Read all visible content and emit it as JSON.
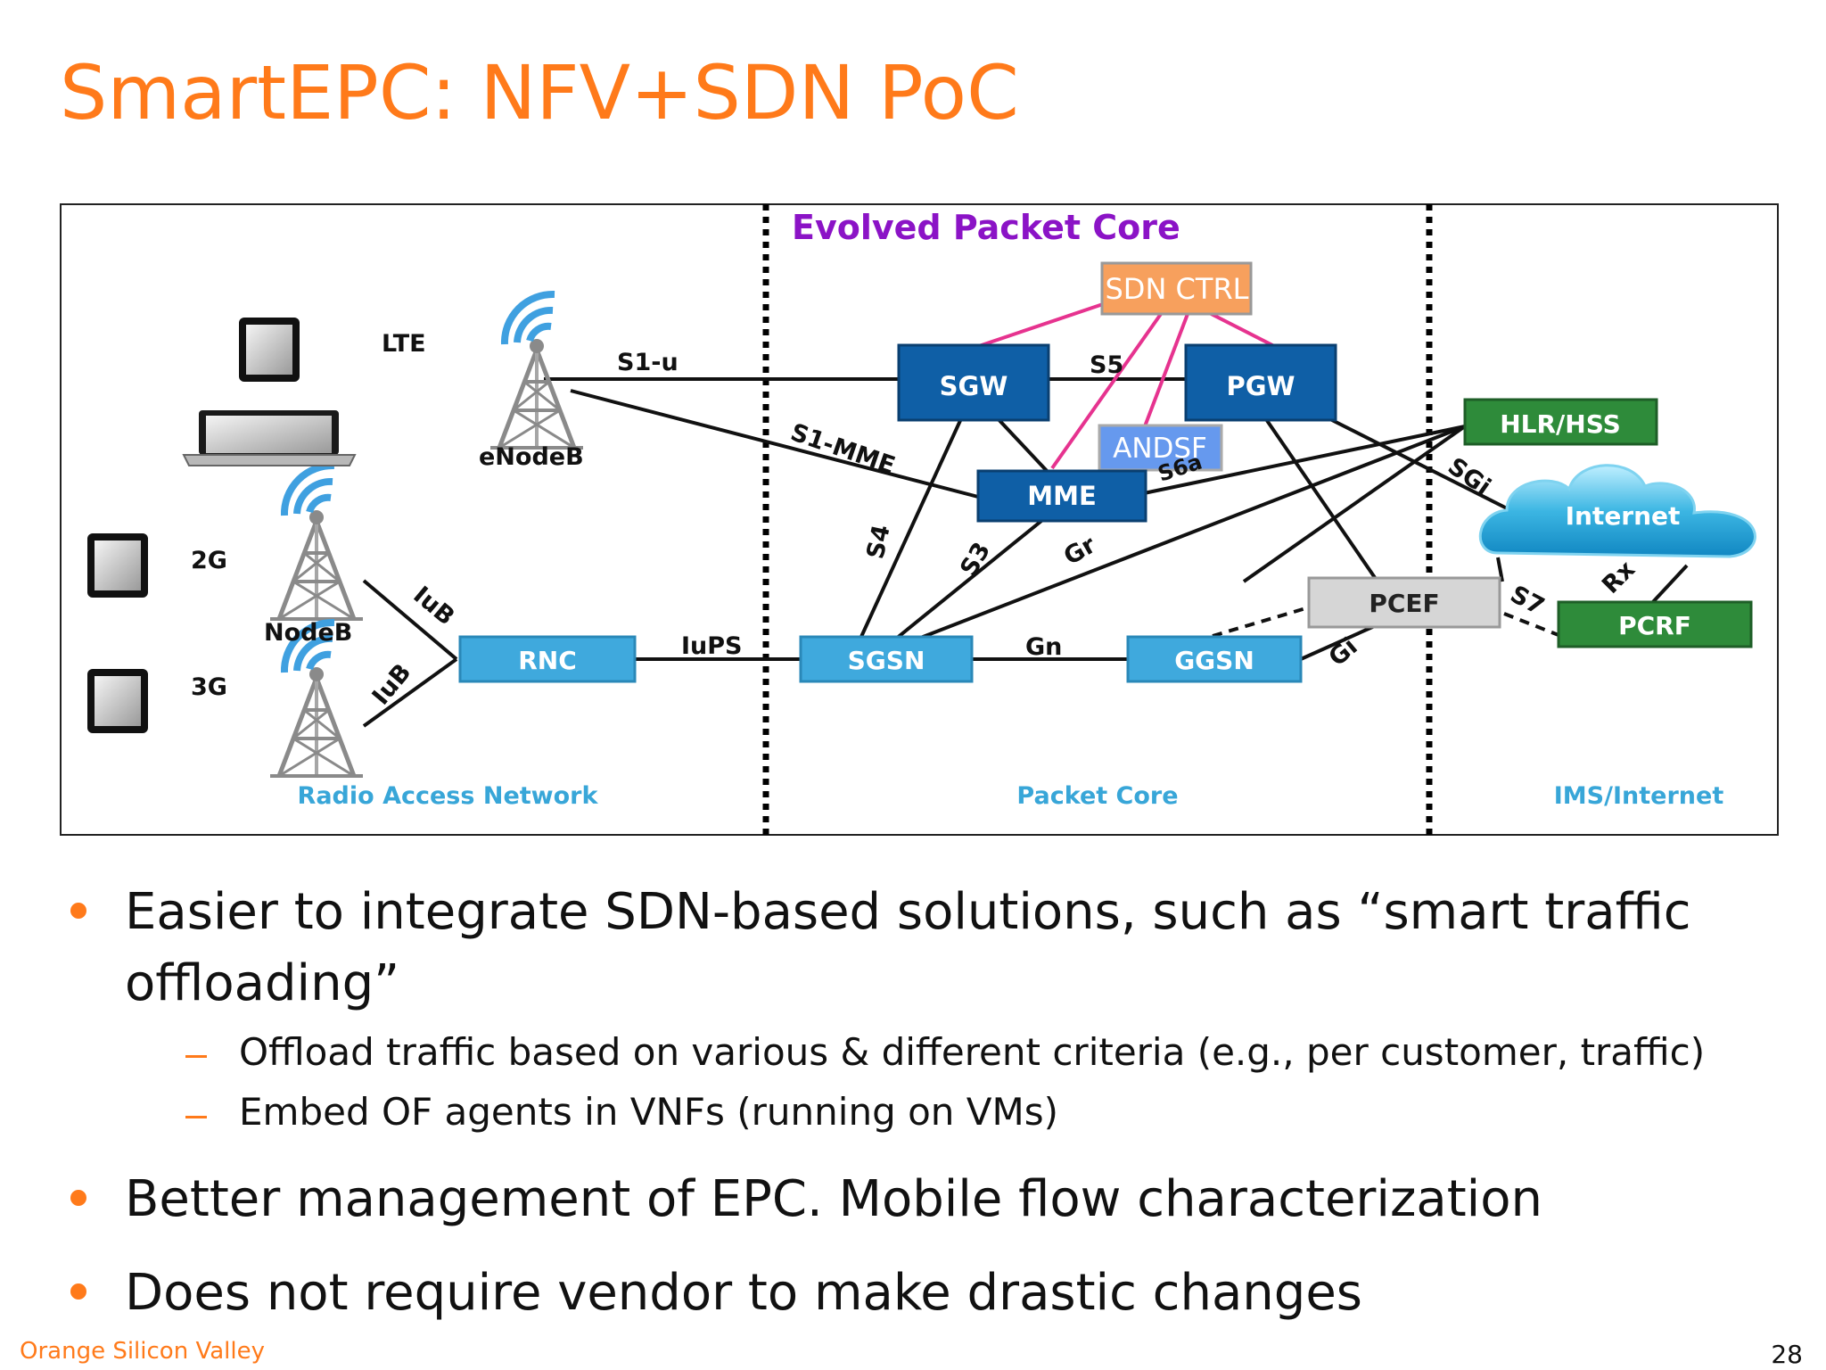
{
  "slide": {
    "title": "SmartEPC: NFV+SDN PoC",
    "footer": "Orange Silicon Valley",
    "page_number": "28"
  },
  "diagram": {
    "header": "Evolved Packet Core",
    "sections": {
      "ran": "Radio Access Network",
      "core": "Packet Core",
      "ims": "IMS/Internet"
    },
    "radios": {
      "lte": "LTE",
      "g2": "2G",
      "g3": "3G",
      "enodeb": "eNodeB",
      "nodeb": "NodeB"
    },
    "nodes": {
      "sdn_ctrl": "SDN CTRL",
      "sgw": "SGW",
      "pgw": "PGW",
      "andsf": "ANDSF",
      "mme": "MME",
      "hlr": "HLR/HSS",
      "internet": "Internet",
      "pcef": "PCEF",
      "pcrf": "PCRF",
      "rnc": "RNC",
      "sgsn": "SGSN",
      "ggsn": "GGSN"
    },
    "interfaces": {
      "s1u": "S1-u",
      "s5": "S5",
      "s1mme": "S1-MME",
      "s6a": "S6a",
      "sgi": "SGi",
      "s4": "S4",
      "s3": "S3",
      "gr": "Gr",
      "s7": "S7",
      "rx": "Rx",
      "iub1": "IuB",
      "iub2": "IuB",
      "iups": "IuPS",
      "gn": "Gn",
      "gi": "Gi"
    },
    "colors": {
      "dark_blue": "#0f5fa6",
      "light_blue": "#3fa9dd",
      "green": "#2e8b3a",
      "orange_box": "#f7a05d",
      "andsf": "#6699ee",
      "magenta": "#e6338f",
      "purple": "#8b13c6",
      "section_label": "#38a6d8"
    }
  },
  "bullets": [
    {
      "line1": "Easier to integrate SDN-based solutions, such as “smart traffic",
      "line2": "offloading”",
      "sub": [
        "Offload traffic based on various & different criteria (e.g., per customer, traffic)",
        "Embed OF agents in VNFs (running on VMs)"
      ]
    },
    {
      "line1": "Better management of EPC. Mobile flow characterization"
    },
    {
      "line1": "Does not require vendor to make drastic changes"
    }
  ]
}
